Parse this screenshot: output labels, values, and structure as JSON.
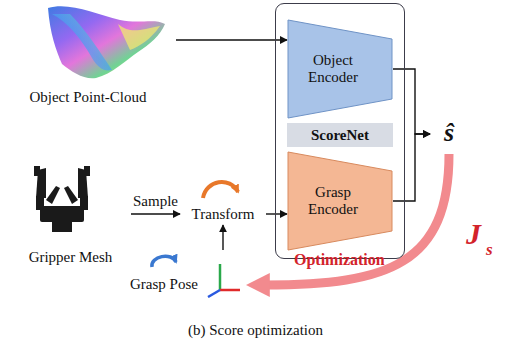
{
  "diagram": {
    "caption": "(b) Score optimization",
    "nodes": [
      {
        "text": [
          "Object Point-Cloud"
        ]
      },
      {
        "text": [
          "ScoreNet"
        ]
      },
      {
        "text": [
          "Object Encoder"
        ],
        "in": 1
      },
      {
        "text": [
          "Grasp Encoder"
        ],
        "in": 1
      },
      {
        "text": [
          "ŝ"
        ]
      },
      {
        "text": [
          "Gripper Mesh"
        ]
      },
      {
        "text": [
          "Transform"
        ]
      },
      {
        "text": [
          "Grasp Pose"
        ]
      }
    ],
    "edges": [
      {
        "from": 0,
        "to": 2,
        "arrow": "to"
      },
      {
        "from": 5,
        "to": 6,
        "label": "Sample",
        "arrow": "to"
      },
      {
        "from": 6,
        "to": 3,
        "arrow": "to"
      },
      {
        "from": 7,
        "to": 6,
        "arrow": "to"
      },
      {
        "from": 2,
        "to": 4,
        "arrow": "to"
      },
      {
        "from": 3,
        "to": 4,
        "arrow": "to"
      },
      {
        "from": 4,
        "to": 7,
        "label": "Optimization",
        "arrow": "to"
      }
    ],
    "labels": [
      "J",
      "s"
    ]
  }
}
